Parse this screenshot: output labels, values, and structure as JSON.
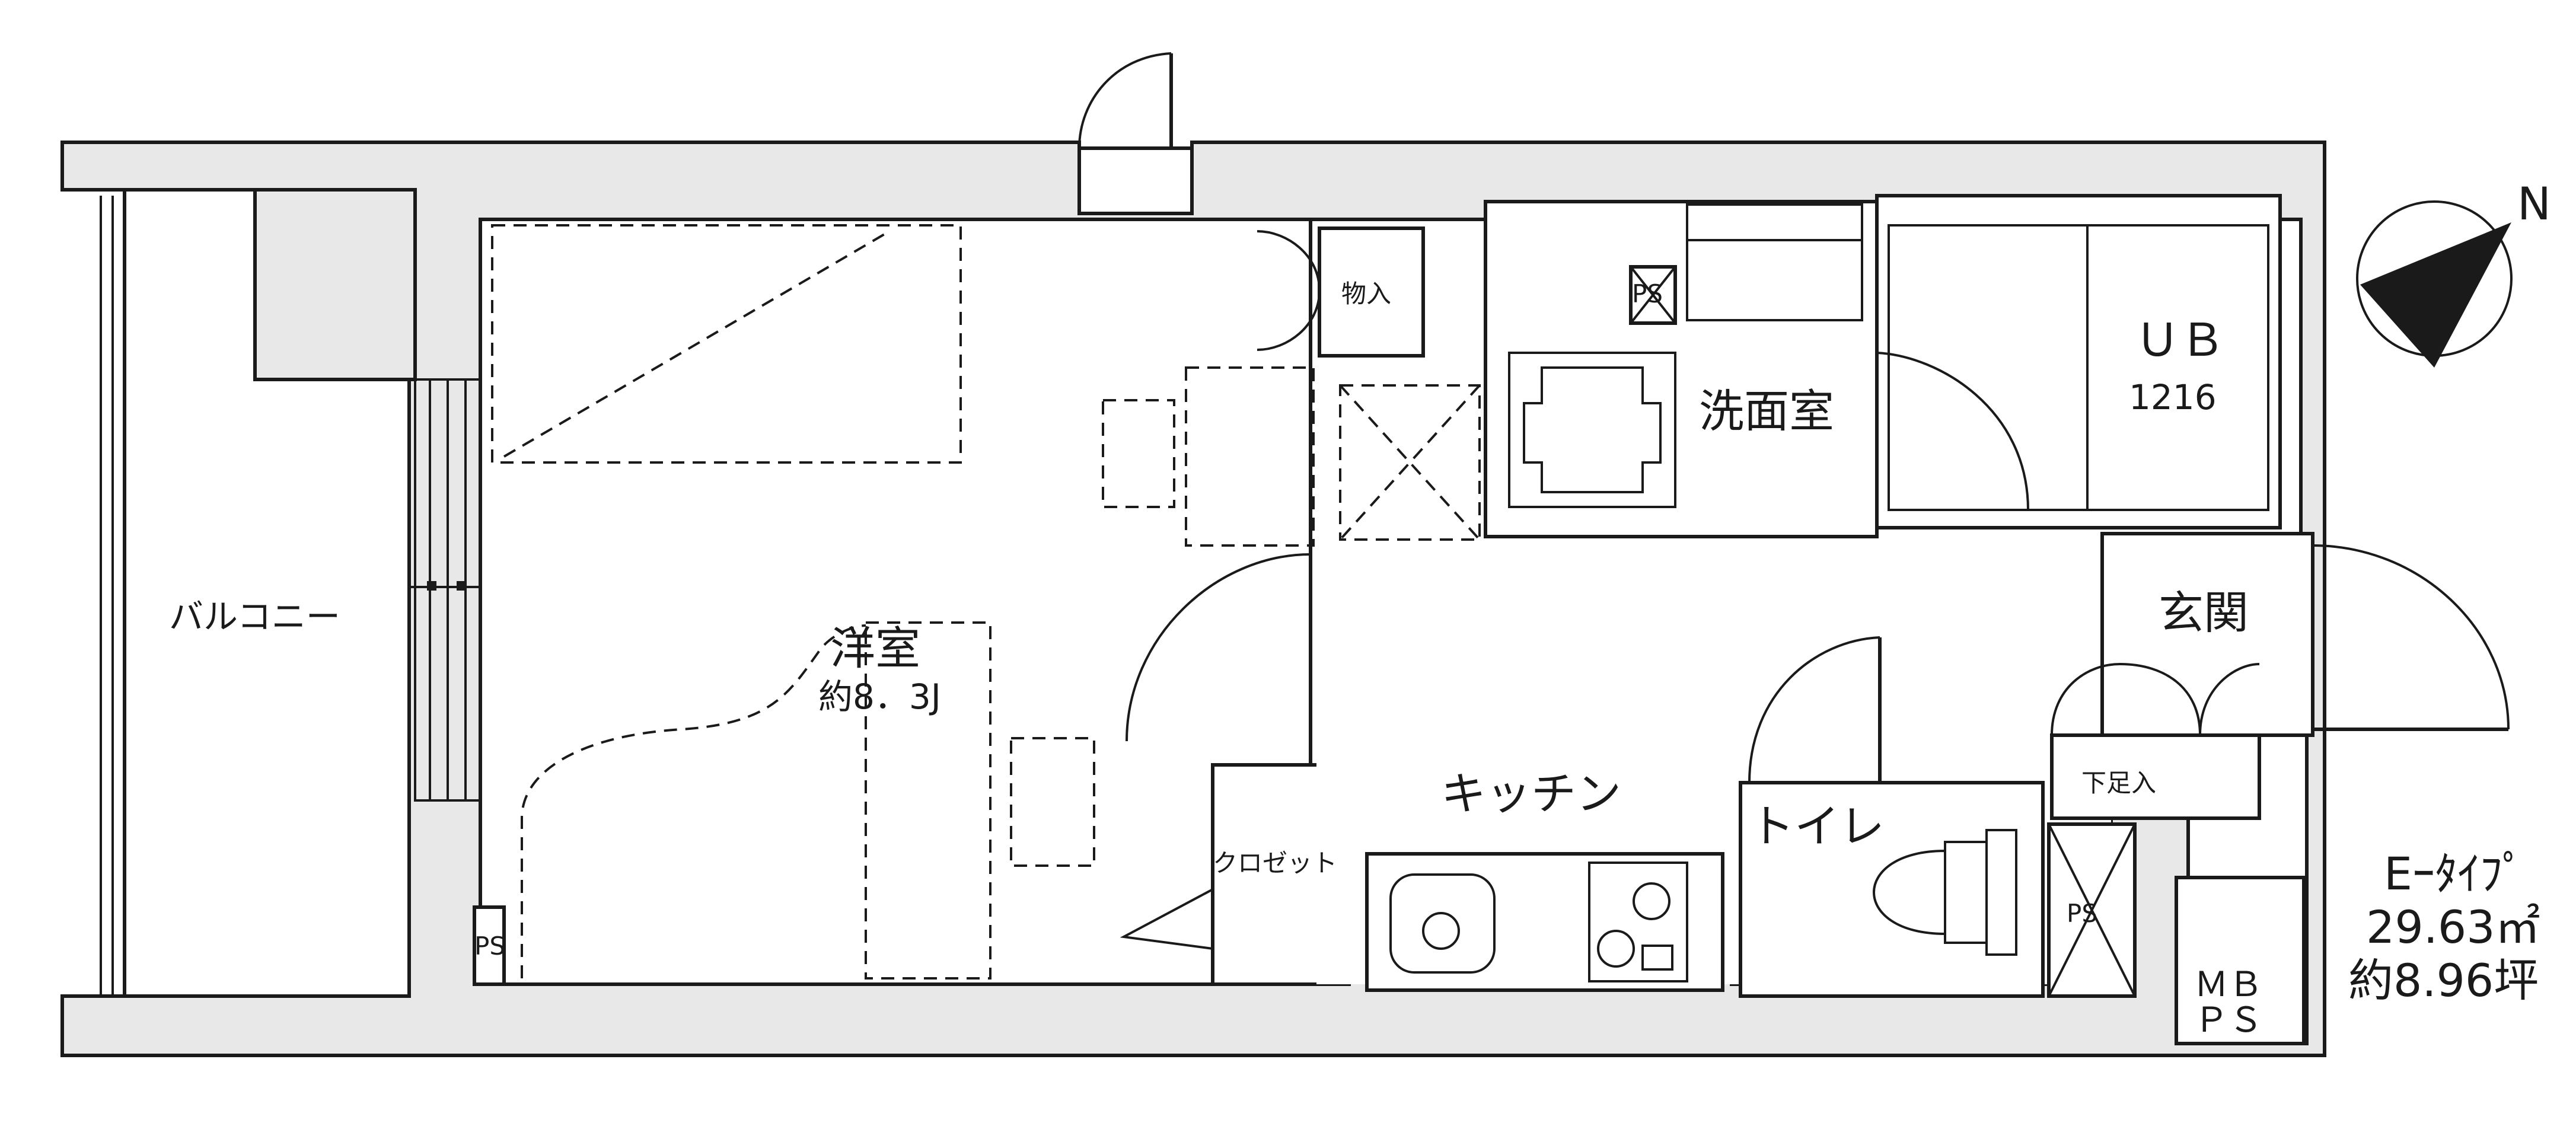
{
  "rooms": {
    "balcony": "バルコニー",
    "western_room": "洋室",
    "western_room_size": "約8．3J",
    "storage": "物入",
    "closet": "クロゼット",
    "kitchen": "キッチン",
    "washroom": "洗面室",
    "unit_bath": "ＵＢ",
    "unit_bath_size": "1216",
    "entrance": "玄関",
    "shoe_storage": "下足入",
    "toilet": "トイレ",
    "ps_label": "PS",
    "mbps_top": "ＭＢ",
    "mbps_bottom": "ＰＳ"
  },
  "unit_info": {
    "type": "Eｰﾀｲﾌﾟ",
    "area": "29.63㎡",
    "tsubo": "約8.96坪"
  },
  "compass": {
    "label": "N"
  }
}
